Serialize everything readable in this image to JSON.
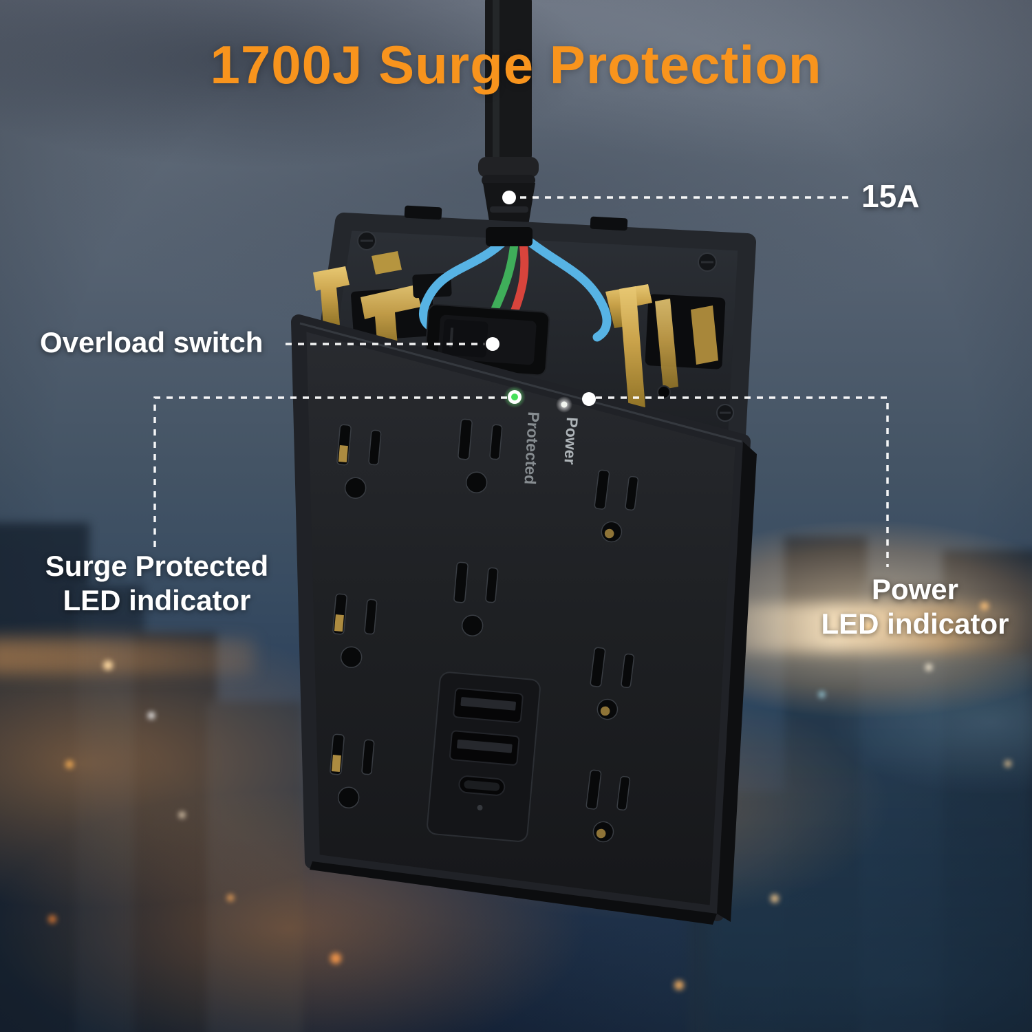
{
  "title": "1700J Surge Protection",
  "callouts": {
    "amperage": "15A",
    "overload": "Overload switch",
    "surge_led_line1": "Surge Protected",
    "surge_led_line2": "LED indicator",
    "power_led_line1": "Power",
    "power_led_line2": "LED indicator"
  },
  "device": {
    "protected_led_label": "Protected",
    "power_led_label": "Power"
  },
  "colors": {
    "title_orange": "#F8941D",
    "label_text": "#FFFFFF",
    "protected_led_green": "#46E05A",
    "power_led_white": "#F2F5EF",
    "wire_blue": "#57B3E4",
    "wire_green": "#3FAE5A",
    "wire_red": "#D8443C",
    "brass": "#C9A24A",
    "device_body": "#1E2023"
  }
}
